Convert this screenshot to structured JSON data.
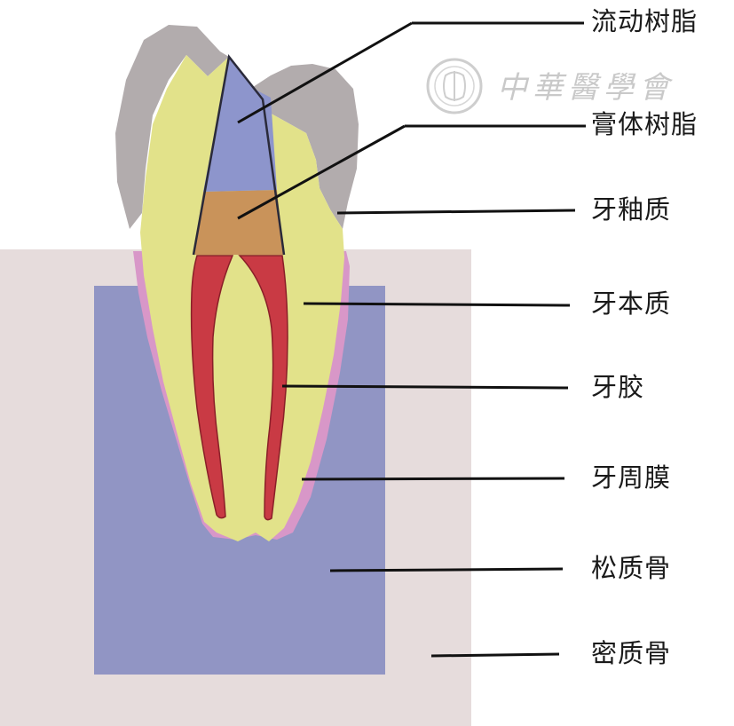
{
  "labels": {
    "flowable_resin": "流动树脂",
    "paste_resin": "膏体树脂",
    "enamel": "牙釉质",
    "dentin": "牙本质",
    "pulp": "牙胶",
    "periodontal_ligament": "牙周膜",
    "cancellous_bone": "松质骨",
    "cortical_bone": "密质骨"
  },
  "watermark": {
    "text": "中華醫學會"
  },
  "colors": {
    "cortical_bone": "#e6dcdc",
    "cancellous_bone": "#9195c4",
    "periodontal_ligament": "#d897c8",
    "dentin": "#e2e28a",
    "enamel": "#b2acad",
    "flowable_resin": "#8d95cc",
    "paste_resin": "#c9935a",
    "pulp": "#c93a44",
    "leader_line": "#111111"
  }
}
